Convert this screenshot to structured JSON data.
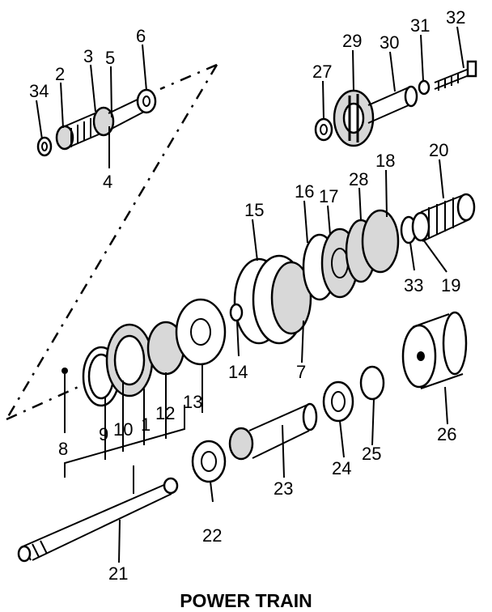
{
  "title": "POWER TRAIN",
  "labels": {
    "l1": "1",
    "l2": "2",
    "l3": "3",
    "l4": "4",
    "l5": "5",
    "l6": "6",
    "l7": "7",
    "l8": "8",
    "l9": "9",
    "l10": "10",
    "l12": "12",
    "l13": "13",
    "l14": "14",
    "l15": "15",
    "l16": "16",
    "l17": "17",
    "l18": "18",
    "l19": "19",
    "l20": "20",
    "l21": "21",
    "l22": "22",
    "l23": "23",
    "l24": "24",
    "l25": "25",
    "l26": "26",
    "l27": "27",
    "l28": "28",
    "l29": "29",
    "l30": "30",
    "l31": "31",
    "l32": "32",
    "l33": "33",
    "l34": "34"
  }
}
